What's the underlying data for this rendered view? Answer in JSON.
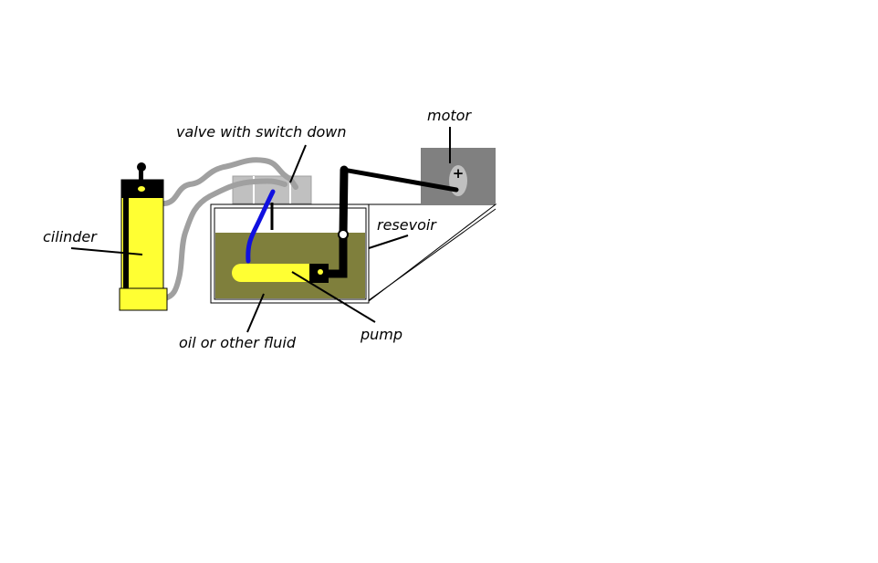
{
  "labels": {
    "motor": "motor",
    "valve": "valve with switch down",
    "reservoir": "resevoir",
    "cylinder": "cilinder",
    "fluid": "oil or other fluid",
    "pump": "pump",
    "motor_terminal": "+"
  },
  "colors": {
    "background": "#ffffff",
    "cylinder_fill": "#ffff33",
    "fluid_fill": "#7f7f3c",
    "motor_fill": "#808080",
    "valve_fill": "#c0c0c0",
    "hose": "#a0a0a0",
    "return_hose": "#1010e0",
    "pump_fill": "#ffff33",
    "linkage": "#000000"
  }
}
